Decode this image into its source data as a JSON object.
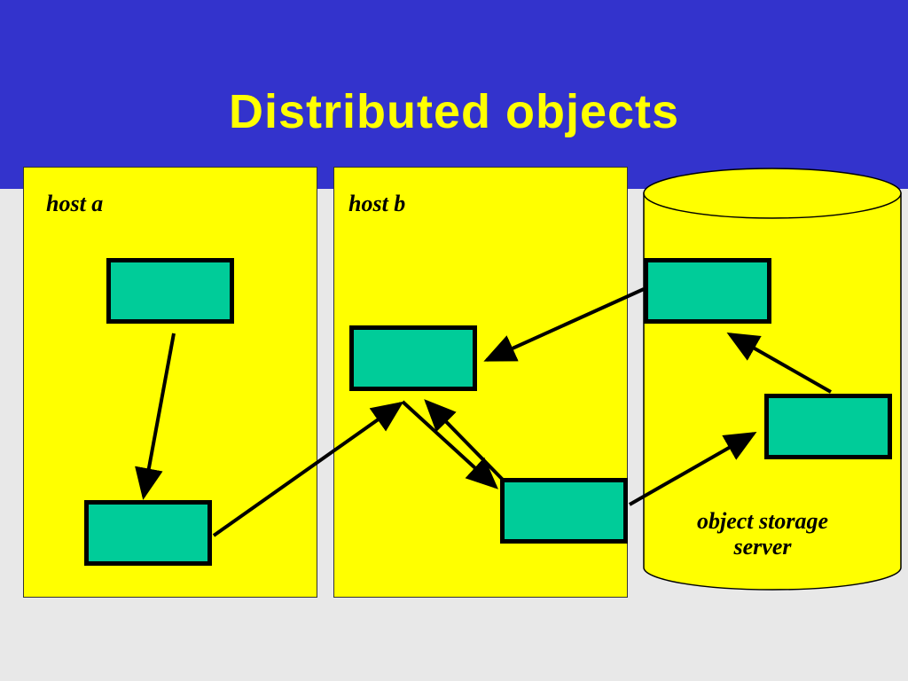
{
  "slide": {
    "title": "Distributed objects"
  },
  "hosts": {
    "host_a": "host a",
    "host_b": "host b",
    "storage": [
      "object storage",
      "server"
    ]
  },
  "colors": {
    "header": "#3333cc",
    "title_text": "#ffff00",
    "panel_fill": "#ffff00",
    "object_fill": "#00cc99",
    "background": "#e8e8e8"
  }
}
